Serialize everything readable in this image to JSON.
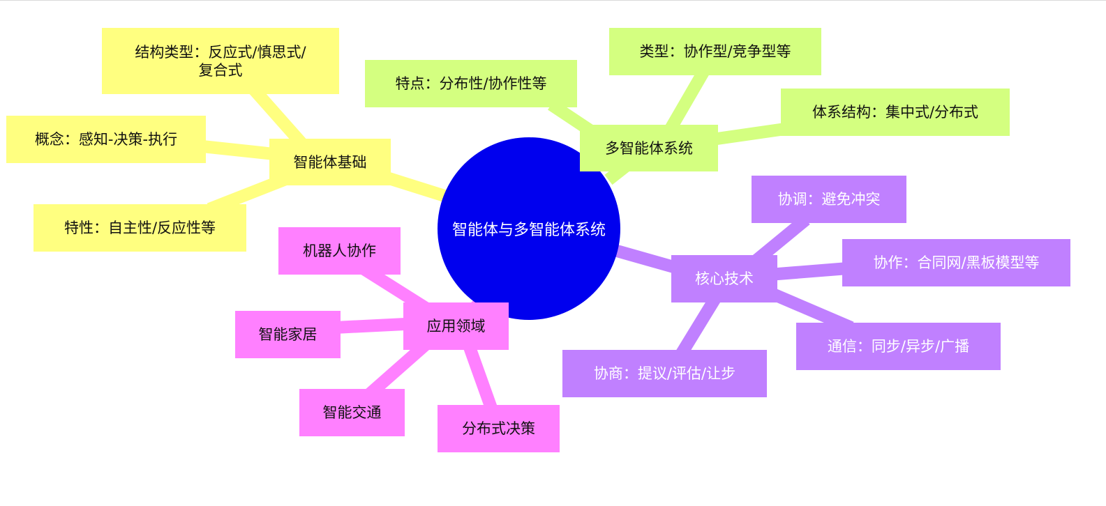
{
  "diagram": {
    "center": {
      "label": "智能体与多智能体系统",
      "color": "#0000ee"
    },
    "branches": [
      {
        "key": "basics",
        "label": "智能体基础",
        "color": "#ffff80",
        "children": [
          {
            "label": "结构类型：反应式/慎思式/\n复合式"
          },
          {
            "label": "概念：感知-决策-执行"
          },
          {
            "label": "特性：自主性/反应性等"
          }
        ]
      },
      {
        "key": "mas",
        "label": "多智能体系统",
        "color": "#d4ff80",
        "children": [
          {
            "label": "特点：分布性/协作性等"
          },
          {
            "label": "类型：协作型/竞争型等"
          },
          {
            "label": "体系结构：集中式/分布式"
          }
        ]
      },
      {
        "key": "tech",
        "label": "核心技术",
        "color": "#c080ff",
        "children": [
          {
            "label": "协调：避免冲突"
          },
          {
            "label": "协作：合同网/黑板模型等"
          },
          {
            "label": "通信：同步/异步/广播"
          },
          {
            "label": "协商：提议/评估/让步"
          }
        ]
      },
      {
        "key": "apps",
        "label": "应用领域",
        "color": "#ff80ff",
        "children": [
          {
            "label": "机器人协作"
          },
          {
            "label": "智能家居"
          },
          {
            "label": "智能交通"
          },
          {
            "label": "分布式决策"
          }
        ]
      }
    ]
  }
}
